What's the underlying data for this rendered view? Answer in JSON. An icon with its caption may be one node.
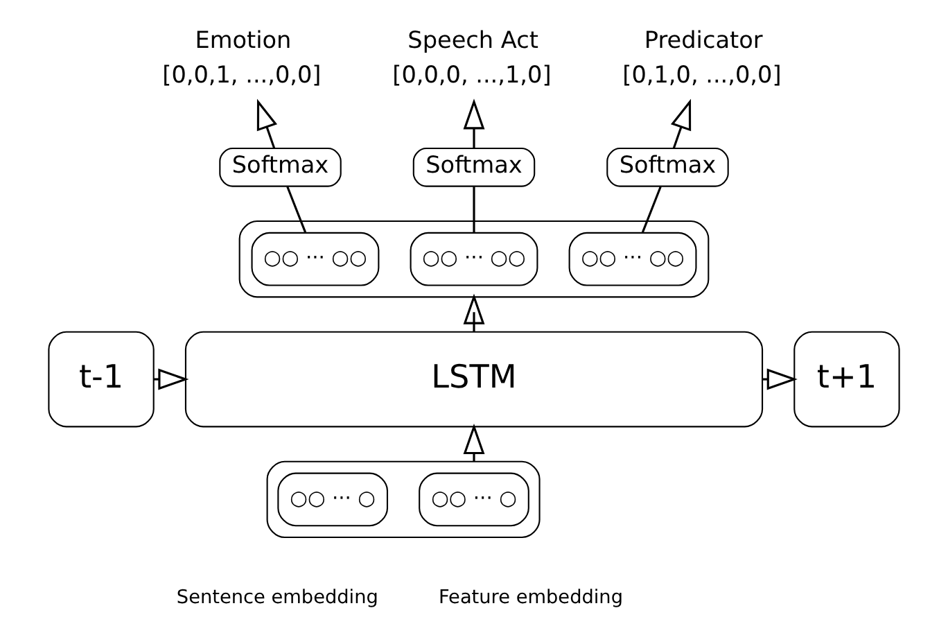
{
  "diagram": {
    "nodes": [
      {
        "text": [
          "t-1"
        ]
      },
      {
        "text": [
          "LSTM"
        ]
      },
      {
        "text": [
          "t+1"
        ]
      },
      {
        "text": [],
        "shape": "box"
      },
      {
        "text": [
          "○○ ··· ○○"
        ],
        "in": 3
      },
      {
        "text": [
          "○○ ··· ○○"
        ],
        "in": 3
      },
      {
        "text": [
          "○○ ··· ○○"
        ],
        "in": 3
      },
      {
        "text": [
          "Softmax"
        ]
      },
      {
        "text": [
          "Softmax"
        ]
      },
      {
        "text": [
          "Softmax"
        ]
      },
      {
        "text": [
          "Emotion",
          "[0,0,1, ...,0,0]"
        ]
      },
      {
        "text": [
          "Speech Act",
          "[0,0,0, ...,1,0]"
        ]
      },
      {
        "text": [
          "Predicator",
          "[0,1,0, ...,0,0]"
        ]
      },
      {
        "text": [],
        "shape": "box"
      },
      {
        "text": [
          "○○ ··· ○"
        ],
        "in": 13,
        "beside": [
          "Sentence embedding"
        ]
      },
      {
        "text": [
          "○○ ··· ○"
        ],
        "in": 13,
        "beside": [
          "Feature embedding"
        ]
      }
    ],
    "edges": [
      {
        "from": 0,
        "to": 1,
        "arrow": "to"
      },
      {
        "from": 1,
        "to": 2,
        "arrow": "to"
      },
      {
        "from": 13,
        "to": 1,
        "arrow": "to"
      },
      {
        "from": 1,
        "to": 3,
        "arrow": "to"
      },
      {
        "from": 4,
        "to": 7,
        "arrow": "none"
      },
      {
        "from": 7,
        "to": 10,
        "arrow": "to"
      },
      {
        "from": 5,
        "to": 8,
        "arrow": "none"
      },
      {
        "from": 8,
        "to": 11,
        "arrow": "to"
      },
      {
        "from": 6,
        "to": 9,
        "arrow": "none"
      },
      {
        "from": 9,
        "to": 12,
        "arrow": "to"
      }
    ]
  }
}
